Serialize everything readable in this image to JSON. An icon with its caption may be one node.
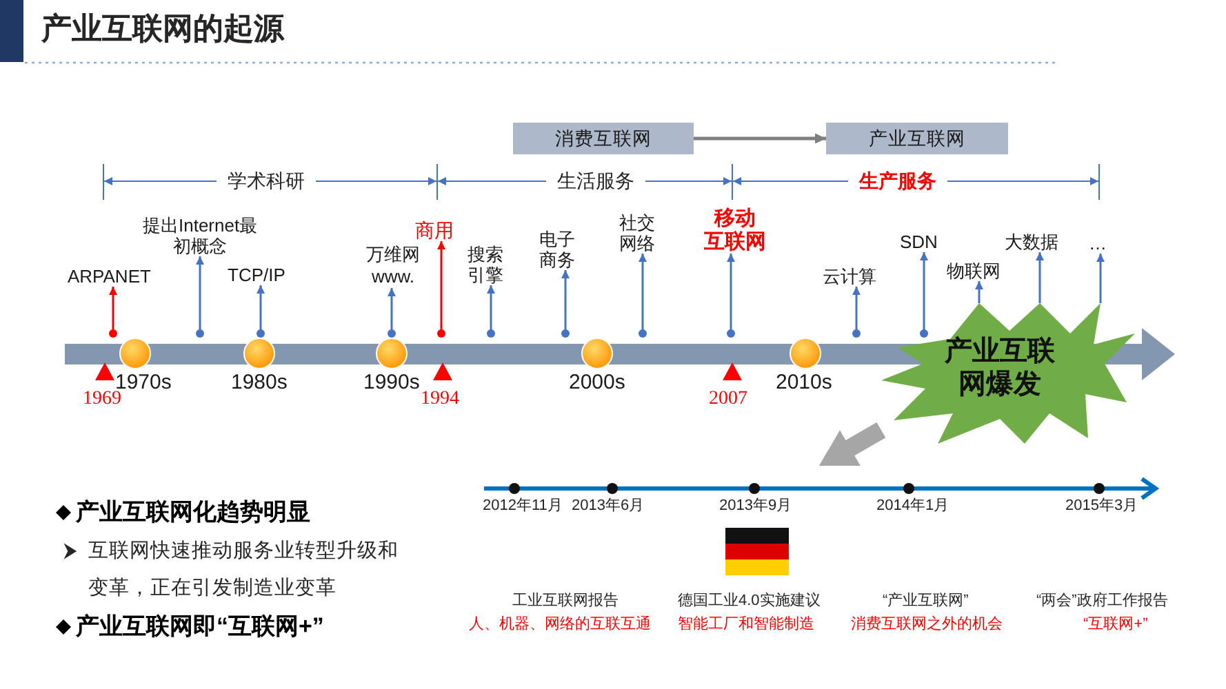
{
  "diagram": {
    "title": "产业互联网的起源",
    "nodes": [
      {
        "text": [
          "消费互联网"
        ]
      },
      {
        "text": [
          "产业互联网"
        ]
      },
      {
        "text": [
          "ARPANET"
        ]
      },
      {
        "text": [
          "提出Internet最初概念"
        ]
      },
      {
        "text": [
          "TCP/IP"
        ]
      },
      {
        "text": [
          "万维网 www."
        ]
      },
      {
        "text": [
          "商用"
        ]
      },
      {
        "text": [
          "搜索引擎"
        ]
      },
      {
        "text": [
          "电子商务"
        ]
      },
      {
        "text": [
          "社交网络"
        ]
      },
      {
        "text": [
          "移动互联网"
        ]
      },
      {
        "text": [
          "云计算"
        ]
      },
      {
        "text": [
          "SDN"
        ]
      },
      {
        "text": [
          "物联网"
        ]
      },
      {
        "text": [
          "大数据"
        ]
      },
      {
        "text": [
          "…"
        ]
      },
      {
        "text": [],
        "shape": "arrow"
      },
      {
        "text": [
          "产业互联网爆发"
        ]
      }
    ],
    "edges": [
      {
        "from": 0,
        "to": 1,
        "arrow": "to",
        "color": "#7f7f7f"
      },
      {
        "from": 16,
        "to": 2,
        "arrow": "to",
        "color": "#ff0000"
      },
      {
        "from": 16,
        "to": 3,
        "arrow": "to"
      },
      {
        "from": 16,
        "to": 4,
        "arrow": "to"
      },
      {
        "from": 16,
        "to": 5,
        "arrow": "to"
      },
      {
        "from": 16,
        "to": 6,
        "arrow": "to",
        "color": "#ff0000"
      },
      {
        "from": 16,
        "to": 7,
        "arrow": "to"
      },
      {
        "from": 16,
        "to": 8,
        "arrow": "to"
      },
      {
        "from": 16,
        "to": 9,
        "arrow": "to"
      },
      {
        "from": 16,
        "to": 10,
        "arrow": "to"
      },
      {
        "from": 16,
        "to": 11,
        "arrow": "to"
      },
      {
        "from": 16,
        "to": 12,
        "arrow": "to"
      },
      {
        "from": 17,
        "to": 13,
        "arrow": "to"
      },
      {
        "from": 17,
        "to": 14,
        "arrow": "to"
      },
      {
        "from": 17,
        "to": 15,
        "arrow": "to"
      },
      {
        "from": 17,
        "to": null,
        "arrow": "to",
        "style": "thick",
        "color": "#a6a6a6"
      }
    ],
    "labels": [
      "学术科研",
      "生活服务",
      "生产服务",
      "1970s",
      "1980s",
      "1990s",
      "2000s",
      "2010s",
      "1969",
      "1994",
      "2007",
      "2012年11月",
      "2013年6月",
      "2013年9月",
      "2014年1月",
      "2015年3月",
      "产业互联网化趋势明显",
      "互联网快速推动服务业转型升级和变革，正在引发制造业变革",
      "产业互联网即“互联网+”",
      "工业互联网报告",
      "人、机器、网络的互联互通",
      "德国工业4.0实施建议",
      "智能工厂和智能制造",
      "“产业互联网”",
      "消费互联网之外的机会",
      "“两会”政府工作报告",
      "“互联网+”"
    ]
  }
}
